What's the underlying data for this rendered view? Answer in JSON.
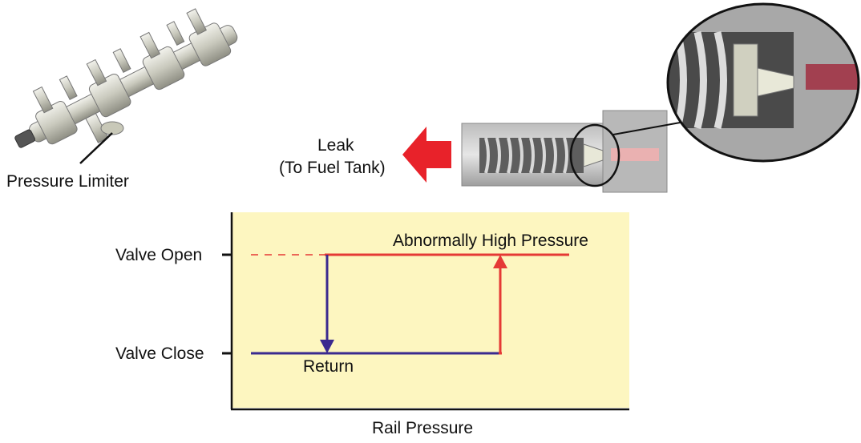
{
  "labels": {
    "pressure_limiter": "Pressure Limiter",
    "leak_line1": "Leak",
    "leak_line2": "(To Fuel Tank)",
    "valve_open": "Valve Open",
    "valve_close": "Valve Close",
    "abnormally_high": "Abnormally High Pressure",
    "return": "Return",
    "rail_pressure": "Rail Pressure"
  },
  "colors": {
    "plot_background": "#fdf6c0",
    "rising_line": "#e53935",
    "falling_line": "#3a2a8f",
    "leak_arrow": "#e8222a"
  }
}
